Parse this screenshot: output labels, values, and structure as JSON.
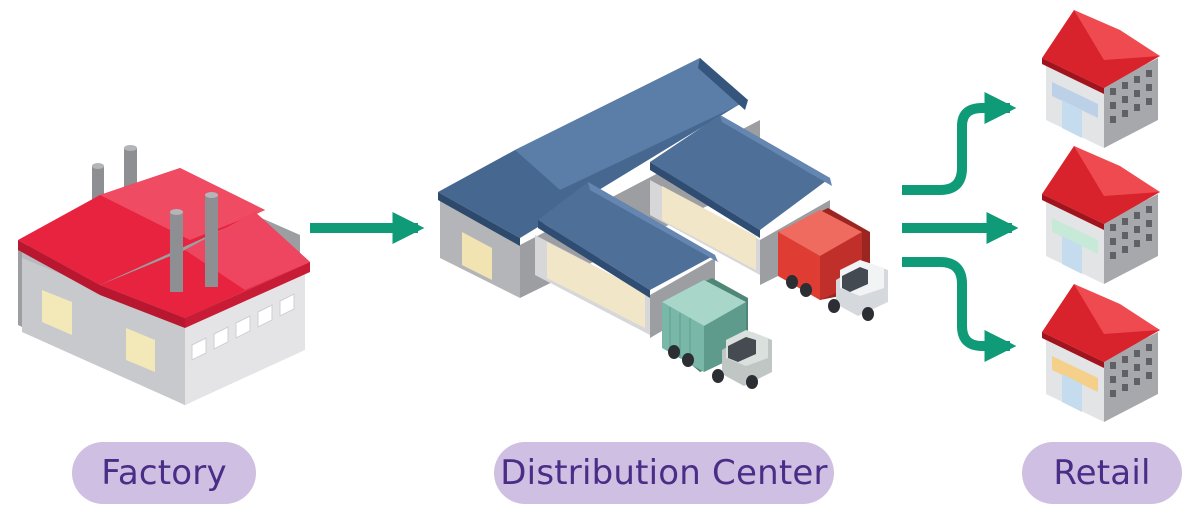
{
  "labels": {
    "factory": "Factory",
    "distribution_center": "Distribution Center",
    "retail": "Retail"
  },
  "colors": {
    "pill_background": "#cfbfe2",
    "pill_text": "#4a2d86",
    "arrow": "#0f9a78",
    "factory_roof": "#e8233f",
    "warehouse_roof": "#4e6f98",
    "store_roof": "#d8232d",
    "truck_green_container": "#79b8a9",
    "truck_red_container": "#df3d33",
    "wall_light": "#e2e2e2",
    "wall_shade": "#a7a8ab"
  },
  "icons": {
    "factory": "factory-icon",
    "distribution_center": "warehouse-icon",
    "truck": "truck-icon",
    "store": "store-icon",
    "arrow": "arrow-right-icon"
  }
}
